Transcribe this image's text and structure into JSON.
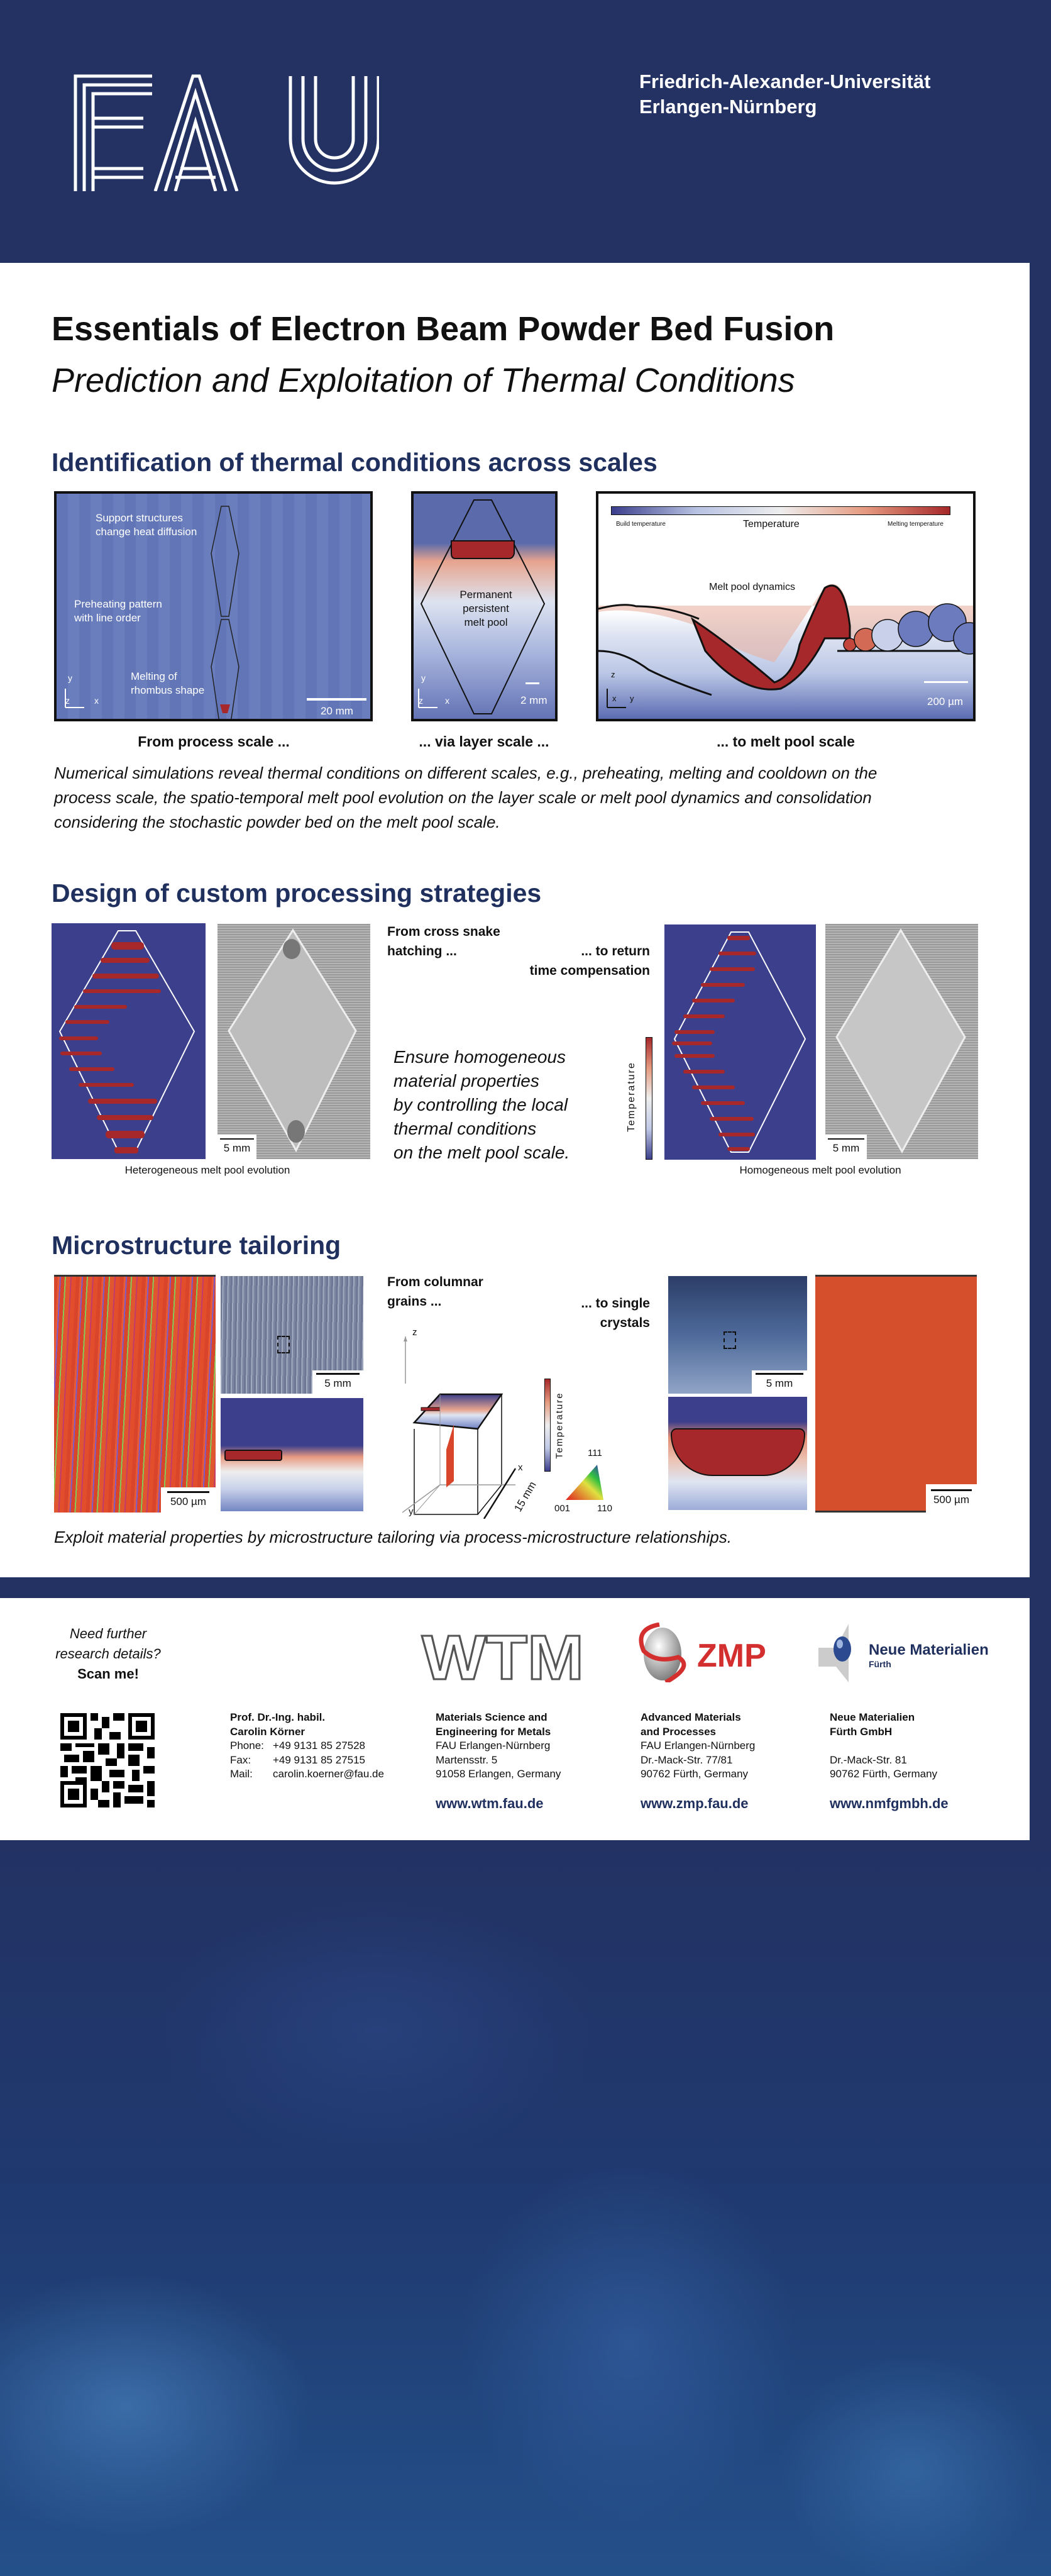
{
  "header": {
    "logo_text": "FAU",
    "university_line1": "Friedrich-Alexander-Universität",
    "university_line2": "Erlangen-Nürnberg"
  },
  "title": "Essentials of Electron Beam Powder Bed Fusion",
  "subtitle": "Prediction and Exploitation of Thermal Conditions",
  "colors": {
    "navy": "#233263",
    "heading": "#1f2f5e",
    "melt": "#a6282a",
    "sim_blue": "#3c3f8c"
  },
  "section1": {
    "heading": "Identification of thermal conditions across scales",
    "panel1": {
      "label_support": [
        "Support structures",
        "change heat diffusion"
      ],
      "label_preheat": [
        "Preheating pattern",
        "with line order"
      ],
      "label_melt": [
        "Melting of",
        "rhombus shape"
      ],
      "scale": "20 mm",
      "axes": [
        "y",
        "z",
        "x"
      ]
    },
    "panel2": {
      "label": [
        "Permanent",
        "persistent",
        "melt pool"
      ],
      "scale": "2 mm",
      "axes": [
        "y",
        "z",
        "x"
      ]
    },
    "panel3": {
      "colorbar_min": "Build temperature",
      "colorbar_title": "Temperature",
      "colorbar_max": "Melting temperature",
      "label": "Melt pool dynamics",
      "scale": "200 µm",
      "axes": [
        "z",
        "x",
        "y"
      ]
    },
    "captions": [
      "From process scale ...",
      "... via layer scale ...",
      "... to melt pool scale"
    ],
    "paragraph": [
      "Numerical simulations reveal thermal conditions on different scales, e.g., preheating, melting and cooldown on the",
      "process scale, the spatio-temporal melt pool evolution on the layer scale or melt pool dynamics and consolidation",
      "considering the stochastic powder bed on the melt pool scale."
    ]
  },
  "section2": {
    "heading": "Design of custom processing strategies",
    "from_text": [
      "From cross snake",
      "hatching ..."
    ],
    "to_text": [
      "... to return",
      "time compensation"
    ],
    "paragraph": [
      "Ensure homogeneous",
      "material properties",
      "by controlling the local",
      "thermal conditions",
      "on the melt pool scale."
    ],
    "colorbar_label": "Temperature",
    "scale": "5 mm",
    "caption_left": "Heterogeneous melt pool evolution",
    "caption_right": "Homogeneous melt pool evolution"
  },
  "section3": {
    "heading": "Microstructure tailoring",
    "from_text": [
      "From columnar",
      "grains ..."
    ],
    "to_text": [
      "... to single",
      "crystals"
    ],
    "scale_ebsd": "500 µm",
    "scale_photo": "5 mm",
    "colorbar_label": "Temperature",
    "axes": [
      "z",
      "x",
      "y"
    ],
    "dimension": "15 mm",
    "ipf_labels": [
      "111",
      "001",
      "110"
    ],
    "caption": "Exploit material properties by microstructure tailoring via process-microstructure relationships."
  },
  "footer": {
    "qr_prompt": [
      "Need further",
      "research details?",
      "Scan me!"
    ],
    "logos": {
      "wtm": "WTM",
      "zmp": "ZMP",
      "nmf": [
        "Neue Materialien",
        "Fürth"
      ]
    },
    "contact": {
      "name": [
        "Prof. Dr.-Ing. habil.",
        "Carolin Körner"
      ],
      "phone_label": "Phone:",
      "phone": "+49 9131 85 27528",
      "fax_label": "Fax:",
      "fax": "+49 9131 85 27515",
      "mail_label": "Mail:",
      "mail": "carolin.koerner@fau.de"
    },
    "wtm": {
      "name": [
        "Materials Science and",
        "Engineering for Metals"
      ],
      "address": [
        "FAU Erlangen-Nürnberg",
        "Martensstr. 5",
        "91058 Erlangen, Germany"
      ],
      "url": "www.wtm.fau.de"
    },
    "zmp": {
      "name": [
        "Advanced Materials",
        "and Processes"
      ],
      "address": [
        "FAU Erlangen-Nürnberg",
        "Dr.-Mack-Str. 77/81",
        "90762 Fürth, Germany"
      ],
      "url": "www.zmp.fau.de"
    },
    "nmf": {
      "name": [
        "Neue Materialien",
        "Fürth GmbH"
      ],
      "address": [
        "Dr.-Mack-Str. 81",
        "90762 Fürth, Germany"
      ],
      "url": "www.nmfgmbh.de"
    }
  }
}
